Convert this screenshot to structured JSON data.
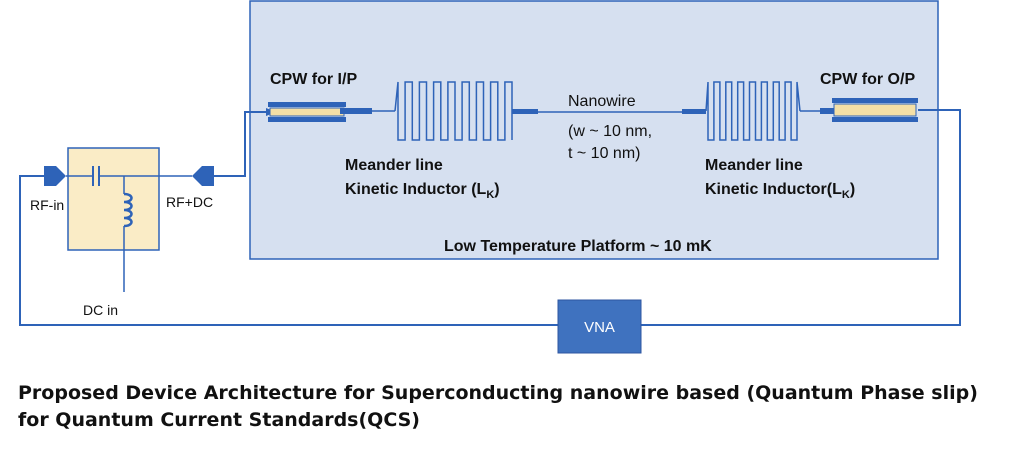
{
  "labels": {
    "cpw_in": "CPW for I/P",
    "cpw_out": "CPW for O/P",
    "nanowire_title": "Nanowire",
    "nanowire_w": "(w ~ 10 nm,",
    "nanowire_t": "t ~ 10 nm)",
    "meander_left_l1": "Meander line",
    "meander_left_l2": "Kinetic Inductor (L",
    "meander_right_l1": "Meander line",
    "meander_right_l2": "Kinetic Inductor(L",
    "sub_k": "K",
    "close_paren": ")",
    "platform": "Low Temperature Platform ~ 10 mK",
    "rf_in": "RF-in",
    "rf_dc": "RF+DC",
    "dc_in": "DC in",
    "vna": "VNA"
  },
  "caption": {
    "line1": "Proposed Device Architecture for Superconducting nanowire based (Quantum Phase slip)",
    "line2": "for Quantum Current Standards(QCS)"
  },
  "colors": {
    "platform_fill": "#d6e0f0",
    "line_blue": "#2e63b8",
    "bias_tee_fill": "#faecc6",
    "cpw_center": "#f4dfa6",
    "vna_fill": "#3f72bf"
  }
}
